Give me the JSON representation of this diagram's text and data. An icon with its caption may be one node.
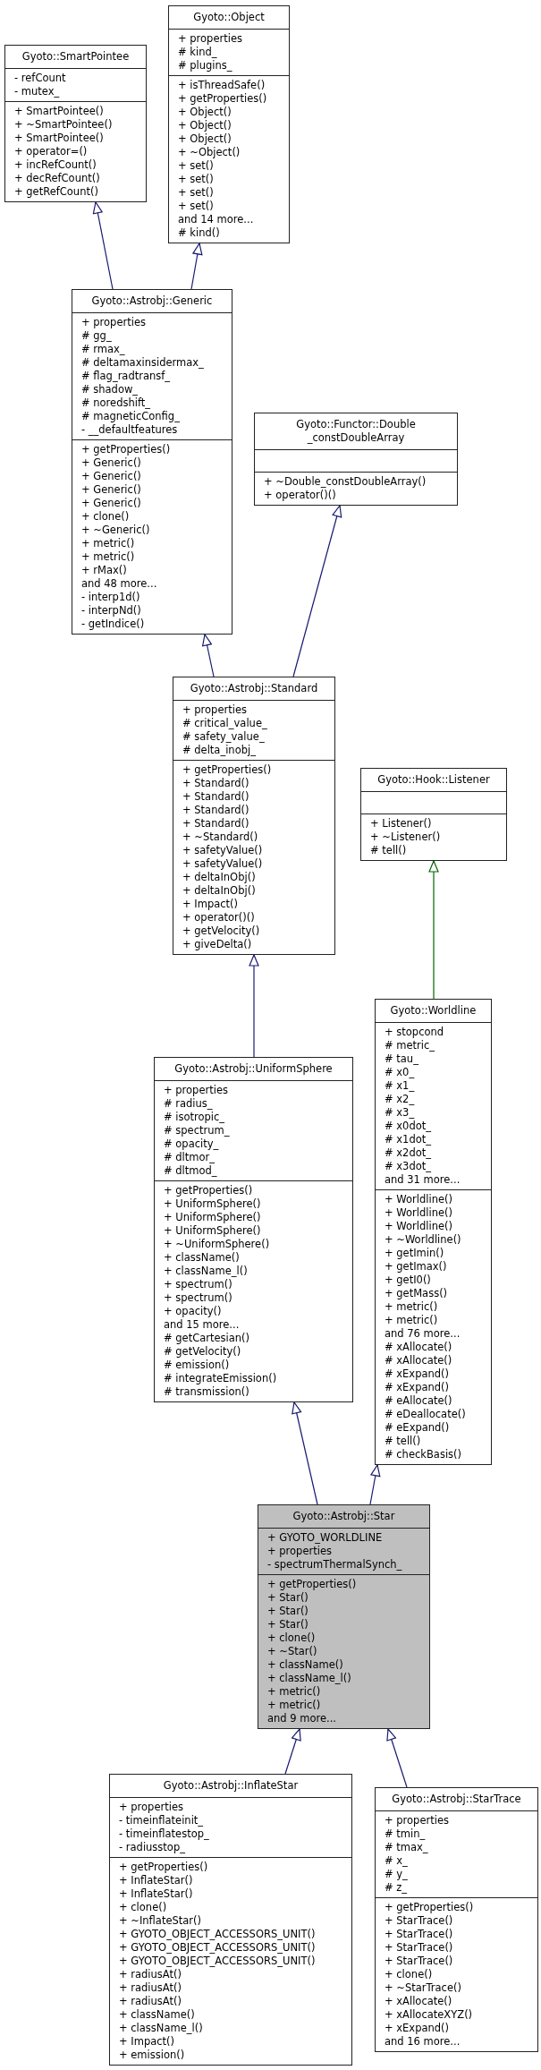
{
  "diagram": {
    "nodes": [
      {
        "text": [
          "Gyoto::Object"
        ]
      },
      {
        "text": [
          "+ properties",
          "# kind_",
          "# plugins_"
        ],
        "in": 0
      },
      {
        "text": [
          "+ isThreadSafe()",
          "+ getProperties()",
          "+ Object()",
          "+ Object()",
          "+ Object()",
          "+ ~Object()",
          "+ set()",
          "+ set()",
          "+ set()",
          "+ set()",
          "and 14 more...",
          "# kind()"
        ],
        "in": 0
      },
      {
        "text": [
          "Gyoto::SmartPointee"
        ]
      },
      {
        "text": [
          "- refCount",
          "- mutex_"
        ],
        "in": 3
      },
      {
        "text": [
          "+ SmartPointee()",
          "+ ~SmartPointee()",
          "+ SmartPointee()",
          "+ operator=()",
          "+ incRefCount()",
          "+ decRefCount()",
          "+ getRefCount()"
        ],
        "in": 3
      },
      {
        "text": [
          "Gyoto::Astrobj::Generic"
        ]
      },
      {
        "text": [
          "+ properties",
          "# gg_",
          "# rmax_",
          "# deltamaxinsidermax_",
          "# flag_radtransf_",
          "# shadow_",
          "# noredshift_",
          "# magneticConfig_",
          "- __defaultfeatures"
        ],
        "in": 6
      },
      {
        "text": [
          "+ getProperties()",
          "+ Generic()",
          "+ Generic()",
          "+ Generic()",
          "+ Generic()",
          "+ clone()",
          "+ ~Generic()",
          "+ metric()",
          "+ metric()",
          "+ rMax()",
          "and 48 more...",
          "- interp1d()",
          "- interpNd()",
          "- getIndice()"
        ],
        "in": 6
      },
      {
        "text": [
          "Gyoto::Functor::Double _constDoubleArray"
        ]
      },
      {
        "text": [],
        "shape": "box",
        "in": 9
      },
      {
        "text": [
          "+ ~Double_constDoubleArray()",
          "+ operator()()"
        ],
        "in": 9
      },
      {
        "text": [
          "Gyoto::Astrobj::Standard"
        ]
      },
      {
        "text": [
          "+ properties",
          "# critical_value_",
          "# safety_value_",
          "# delta_inobj_"
        ],
        "in": 12
      },
      {
        "text": [
          "+ getProperties()",
          "+ Standard()",
          "+ Standard()",
          "+ Standard()",
          "+ Standard()",
          "+ ~Standard()",
          "+ safetyValue()",
          "+ safetyValue()",
          "+ deltaInObj()",
          "+ deltaInObj()",
          "+ Impact()",
          "+ operator()()",
          "+ getVelocity()",
          "+ giveDelta()"
        ],
        "in": 12
      },
      {
        "text": [
          "Gyoto::Hook::Listener"
        ]
      },
      {
        "text": [],
        "shape": "box",
        "in": 15
      },
      {
        "text": [
          "+ Listener()",
          "+ ~Listener()",
          "# tell()"
        ],
        "in": 15
      },
      {
        "text": [
          "Gyoto::Worldline"
        ]
      },
      {
        "text": [
          "+ stopcond",
          "# metric_",
          "# tau_",
          "# x0_",
          "# x1_",
          "# x2_",
          "# x3_",
          "# x0dot_",
          "# x1dot_",
          "# x2dot_",
          "# x3dot_",
          "and 31 more..."
        ],
        "in": 18
      },
      {
        "text": [
          "+ Worldline()",
          "+ Worldline()",
          "+ Worldline()",
          "+ ~Worldline()",
          "+ getImin()",
          "+ getImax()",
          "+ getI0()",
          "+ getMass()",
          "+ metric()",
          "+ metric()",
          "and 76 more...",
          "# xAllocate()",
          "# xAllocate()",
          "# xExpand()",
          "# xExpand()",
          "# eAllocate()",
          "# eDeallocate()",
          "# eExpand()",
          "# tell()",
          "# checkBasis()"
        ],
        "in": 18
      },
      {
        "text": [
          "Gyoto::Astrobj::UniformSphere"
        ]
      },
      {
        "text": [
          "+ properties",
          "# radius_",
          "# isotropic_",
          "# spectrum_",
          "# opacity_",
          "# dltmor_",
          "# dltmod_"
        ],
        "in": 21
      },
      {
        "text": [
          "+ getProperties()",
          "+ UniformSphere()",
          "+ UniformSphere()",
          "+ UniformSphere()",
          "+ ~UniformSphere()",
          "+ className()",
          "+ className_l()",
          "+ spectrum()",
          "+ spectrum()",
          "+ opacity()",
          "and 15 more...",
          "# getCartesian()",
          "# getVelocity()",
          "# emission()",
          "# integrateEmission()",
          "# transmission()"
        ],
        "in": 21
      },
      {
        "text": [
          "Gyoto::Astrobj::Star"
        ]
      },
      {
        "text": [
          "+ GYOTO_WORLDLINE",
          "+ properties",
          "- spectrumThermalSynch_"
        ],
        "in": 24
      },
      {
        "text": [
          "+ getProperties()",
          "+ Star()",
          "+ Star()",
          "+ Star()",
          "+ clone()",
          "+ ~Star()",
          "+ className()",
          "+ className_l()",
          "+ metric()",
          "+ metric()",
          "and 9 more..."
        ],
        "in": 24
      },
      {
        "text": [
          "Gyoto::Astrobj::InflateStar"
        ]
      },
      {
        "text": [
          "+ properties",
          "- timeinflateinit_",
          "- timeinflatestop_",
          "- radiusstop_"
        ],
        "in": 27
      },
      {
        "text": [
          "+ getProperties()",
          "+ InflateStar()",
          "+ InflateStar()",
          "+ clone()",
          "+ ~InflateStar()",
          "+ GYOTO_OBJECT_ACCESSORS_UNIT()",
          "+ GYOTO_OBJECT_ACCESSORS_UNIT()",
          "+ GYOTO_OBJECT_ACCESSORS_UNIT()",
          "+ radiusAt()",
          "+ radiusAt()",
          "+ radiusAt()",
          "+ className()",
          "+ className_l()",
          "+ Impact()",
          "+ emission()"
        ],
        "in": 27
      },
      {
        "text": [
          "Gyoto::Astrobj::StarTrace"
        ]
      },
      {
        "text": [
          "+ properties",
          "# tmin_",
          "# tmax_",
          "# x_",
          "# y_",
          "# z_"
        ],
        "in": 30
      },
      {
        "text": [
          "+ getProperties()",
          "+ StarTrace()",
          "+ StarTrace()",
          "+ StarTrace()",
          "+ StarTrace()",
          "+ clone()",
          "+ ~StarTrace()",
          "+ xAllocate()",
          "+ xAllocateXYZ()",
          "+ xExpand()",
          "and 16 more..."
        ],
        "in": 30
      }
    ],
    "edges": [
      {
        "from": 6,
        "to": 3,
        "arrow": "to"
      },
      {
        "from": 6,
        "to": 0,
        "arrow": "to"
      },
      {
        "from": 12,
        "to": 6,
        "arrow": "to"
      },
      {
        "from": 12,
        "to": 9,
        "arrow": "to"
      },
      {
        "from": 21,
        "to": 12,
        "arrow": "to"
      },
      {
        "from": 18,
        "to": 15,
        "arrow": "to",
        "color": "#006400"
      },
      {
        "from": 24,
        "to": 21,
        "arrow": "to"
      },
      {
        "from": 24,
        "to": 18,
        "arrow": "to"
      },
      {
        "from": 27,
        "to": 24,
        "arrow": "to"
      },
      {
        "from": 30,
        "to": 24,
        "arrow": "to"
      }
    ]
  }
}
